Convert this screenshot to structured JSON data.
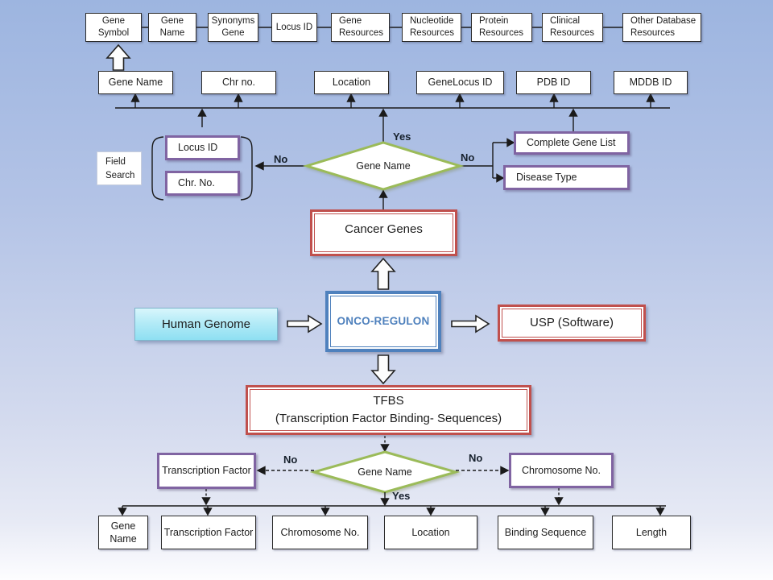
{
  "colors": {
    "purple_border": "#8064a2",
    "red_border": "#c0504d",
    "blue_border": "#4f81bd",
    "green_diamond": "#9bbb59",
    "human_genome_fill_top": "#d8f6fc",
    "human_genome_fill_bottom": "#8edff2",
    "background_top": "#9db5e0",
    "background_bottom": "#fdfdff"
  },
  "db_resources_row": [
    "Gene Symbol",
    "Gene Name",
    "Synonyms Gene",
    "Locus ID",
    "Gene Resources",
    "Nucleotide Resources",
    "Protein Resources",
    "Clinical Resources",
    "Other Database Resources"
  ],
  "gene_fields_row": [
    "Gene Name",
    "Chr no.",
    "Location",
    "GeneLocus ID",
    "PDB ID",
    "MDDB ID"
  ],
  "field_search": {
    "label": "Field Search",
    "options": [
      "Locus ID",
      "Chr. No."
    ]
  },
  "gene_decision": {
    "label": "Gene Name",
    "yes": "Yes",
    "no_left": "No",
    "no_right": "No"
  },
  "no_branch": [
    "Complete Gene List",
    "Disease Type"
  ],
  "cancer_genes": "Cancer Genes",
  "human_genome": "Human Genome",
  "onco_regulon": "ONCO-REGULON",
  "usp": "USP (Software)",
  "tfbs": {
    "title": "TFBS",
    "subtitle": "(Transcription Factor Binding- Sequences)"
  },
  "tfbs_decision": {
    "label": "Gene Name",
    "yes": "Yes",
    "no_left": "No",
    "no_right": "No"
  },
  "tf_branch_left": "Transcription Factor",
  "tf_branch_right": "Chromosome No.",
  "tfbs_fields_row": [
    "Gene Name",
    "Transcription Factor",
    "Chromosome No.",
    "Location",
    "Binding Sequence",
    "Length"
  ]
}
